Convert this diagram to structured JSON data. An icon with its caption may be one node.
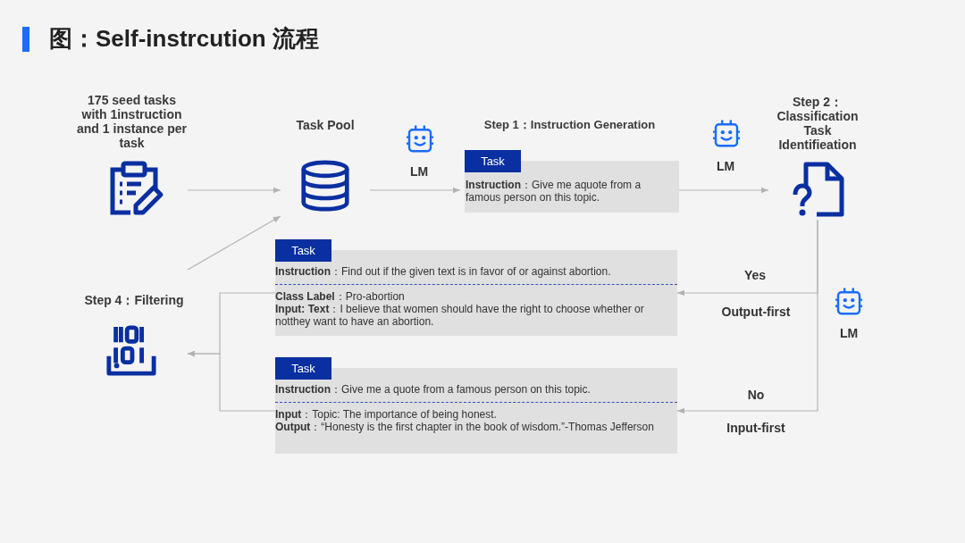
{
  "diagram": {
    "title": "图：Self-instrcution 流程",
    "nodes": [
      {
        "text": [
          "175 seed tasks with 1instruction and 1 instance per task"
        ]
      },
      {
        "text": [
          "Task Pool"
        ]
      },
      {
        "text": [
          "Step 1：Instruction Generation",
          "Task",
          "**Instruction**：Give me aquote from a famous person on this topic."
        ]
      },
      {
        "text": [
          "Step 2：Classification Task Identifieation"
        ]
      },
      {
        "text": [
          "Task",
          "**Instruction**：Find out if the given text is in favor of or against abortion.",
          "**Class Label**：Pro-abortion",
          "**Input: Text**：I believe that women should have the right to choose whether or notthey want to have an abortion."
        ]
      },
      {
        "text": [
          "Task",
          "**Instruction**：Give me a quote from a famous person on this topic.",
          "**Input**：Topic: The importance of being honest.",
          "**Output**：“Honesty is the first chapter in the book of wisdom.”-Thomas Jefferson"
        ]
      },
      {
        "text": [
          "Step 4：Filtering"
        ]
      }
    ],
    "edges": [
      {
        "from": 0,
        "to": 1,
        "arrow": "to"
      },
      {
        "from": 6,
        "to": 1,
        "arrow": "to"
      },
      {
        "from": 1,
        "to": 2,
        "arrow": "to",
        "label": "LM"
      },
      {
        "from": 2,
        "to": 3,
        "arrow": "to",
        "label": "LM"
      },
      {
        "from": 3,
        "to": 4,
        "arrow": "to",
        "label": "Yes"
      },
      {
        "from": 3,
        "to": 5,
        "arrow": "to",
        "label": "No"
      },
      {
        "from": 4,
        "to": 6,
        "arrow": "to"
      },
      {
        "from": 5,
        "to": 6,
        "arrow": "to"
      }
    ],
    "labels": [
      "Output-first",
      "LM",
      "Input-first"
    ]
  }
}
